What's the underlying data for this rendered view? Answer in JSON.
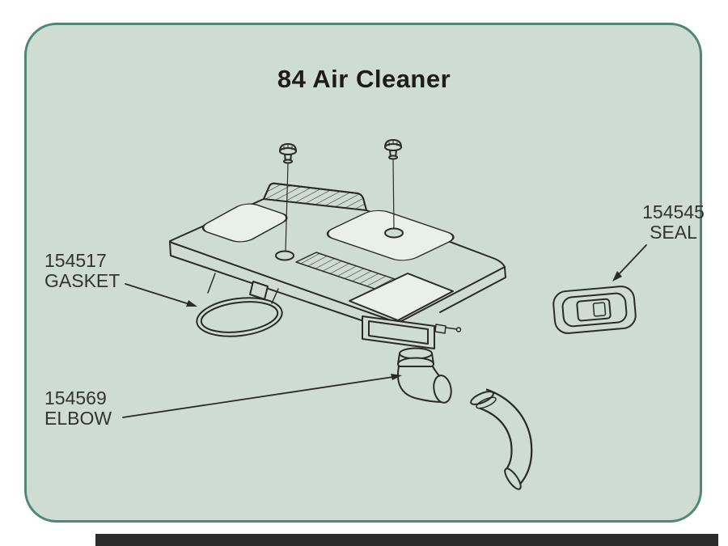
{
  "diagram": {
    "title": "84 Air Cleaner",
    "labels": {
      "gasket": {
        "part_number": "154517",
        "name": "GASKET"
      },
      "seal": {
        "part_number": "154545",
        "name": "SEAL"
      },
      "elbow": {
        "part_number": "154569",
        "name": "ELBOW"
      }
    },
    "colors": {
      "panel_background": "#cfdcd4",
      "panel_border": "#4f8777",
      "line": "#2a2a2a",
      "text": "#333333"
    }
  }
}
